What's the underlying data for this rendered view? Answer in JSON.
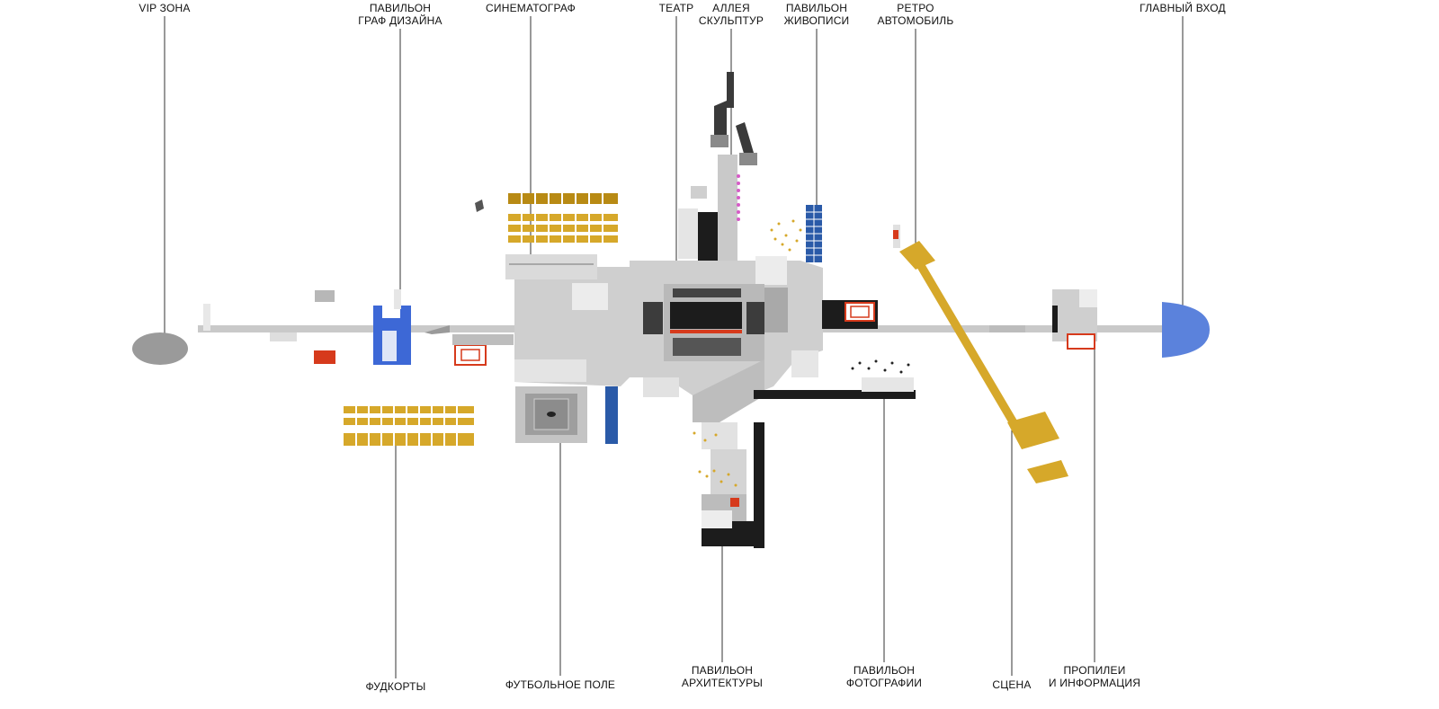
{
  "labels": {
    "vip": "VIP ЗОНА",
    "graph_design": [
      "ПАВИЛЬОН",
      "ГРАФ ДИЗАЙНА"
    ],
    "cinema": "СИНЕМАТОГРАФ",
    "theatre": "ТЕАТР",
    "sculpture_alley": [
      "АЛЛЕЯ",
      "СКУЛЬПТУР"
    ],
    "painting": [
      "ПАВИЛЬОН",
      "ЖИВОПИСИ"
    ],
    "retro_auto": [
      "РЕТРО",
      "АВТОМОБИЛЬ"
    ],
    "main_entrance": "ГЛАВНЫЙ ВХОД",
    "foodcourts": "ФУДКОРТЫ",
    "football": "ФУТБОЛЬНОЕ ПОЛЕ",
    "architecture": [
      "ПАВИЛЬОН",
      "АРХИТЕКТУРЫ"
    ],
    "photography": [
      "ПАВИЛЬОН",
      "ФОТОГРАФИИ"
    ],
    "stage": "СЦЕНА",
    "propylaea": [
      "ПРОПИЛЕИ",
      "И ИНФОРМАЦИЯ"
    ]
  },
  "colors": {
    "path_gray": "#c9c9c9",
    "plaza_gray": "#cfcfcf",
    "dark_gray": "#9a9a9a",
    "black": "#1c1c1c",
    "blue_pavilion": "#3d68d6",
    "entrance_blue": "#5b82dc",
    "gold": "#d6a82a",
    "red": "#d63a1c",
    "tile_blue": "#2a5aa8",
    "leader": "#333333"
  }
}
